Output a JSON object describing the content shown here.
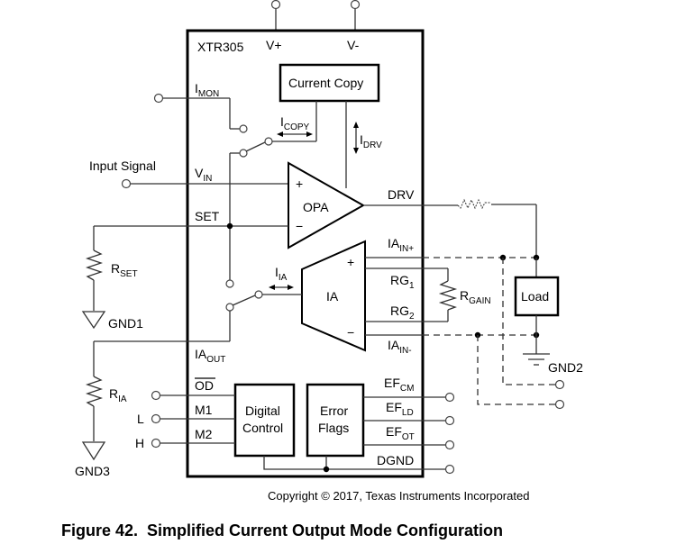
{
  "chip": {
    "name": "XTR305",
    "supply_pins": [
      "V+",
      "V-"
    ]
  },
  "blocks": {
    "current_copy": "Current Copy",
    "opa": "OPA",
    "ia": "IA",
    "digital_control": [
      "Digital",
      "Control"
    ],
    "error_flags": [
      "Error",
      "Flags"
    ],
    "load": "Load"
  },
  "pins_left": {
    "imon": {
      "main": "I",
      "sub": "MON"
    },
    "vin": {
      "main": "V",
      "sub": "IN"
    },
    "set": "SET",
    "ia_out": {
      "main": "IA",
      "sub": "OUT"
    },
    "od": "OD",
    "m1": "M1",
    "m2": "M2"
  },
  "pins_right": {
    "drv": "DRV",
    "ia_in_plus": {
      "main": "IA",
      "sub": "IN+"
    },
    "rg1": {
      "main": "RG",
      "sub": "1"
    },
    "rg2": {
      "main": "RG",
      "sub": "2"
    },
    "ia_in_minus": {
      "main": "IA",
      "sub": "IN-"
    },
    "ef_cm": {
      "main": "EF",
      "sub": "CM"
    },
    "ef_ld": {
      "main": "EF",
      "sub": "LD"
    },
    "ef_ot": {
      "main": "EF",
      "sub": "OT"
    },
    "dgnd": "DGND"
  },
  "currents": {
    "i_copy": {
      "main": "I",
      "sub": "COPY"
    },
    "i_drv": {
      "main": "I",
      "sub": "DRV"
    },
    "i_ia": {
      "main": "I",
      "sub": "IA"
    }
  },
  "external": {
    "input_signal": "Input Signal",
    "r_set": {
      "main": "R",
      "sub": "SET"
    },
    "r_ia": {
      "main": "R",
      "sub": "IA"
    },
    "r_gain": {
      "main": "R",
      "sub": "GAIN"
    },
    "gnd1": "GND1",
    "gnd2": "GND2",
    "gnd3": "GND3",
    "m1_level": "L",
    "m2_level": "H",
    "opa_plus": "+",
    "opa_minus": "−",
    "ia_plus": "+",
    "ia_minus": "−"
  },
  "copyright": "Copyright © 2017, Texas Instruments Incorporated",
  "caption": "Figure 42.  Simplified Current Output Mode Configuration"
}
